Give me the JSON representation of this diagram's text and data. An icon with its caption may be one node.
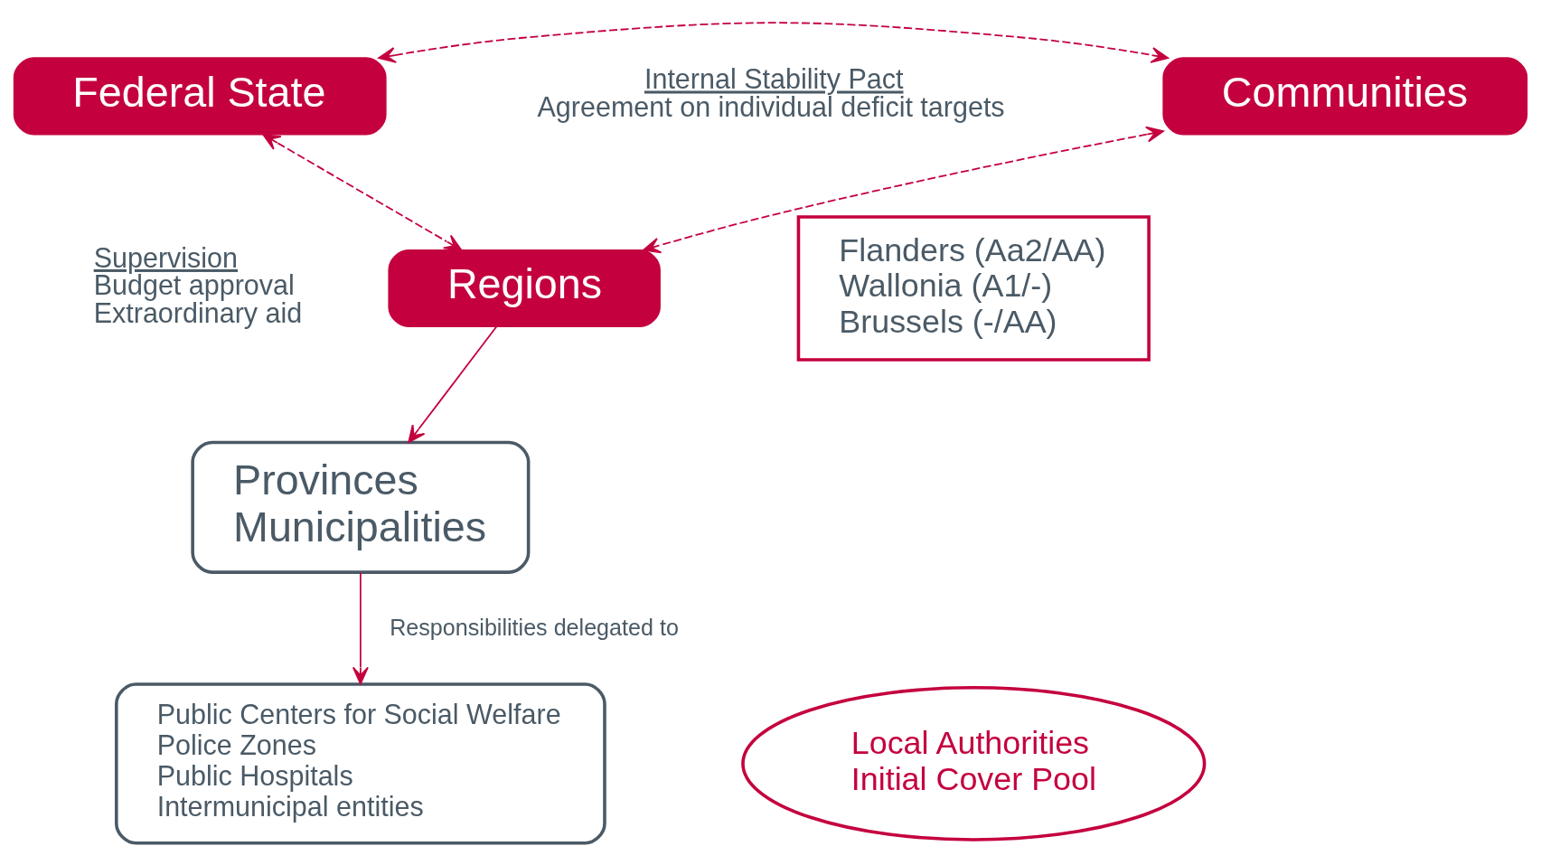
{
  "diagram": {
    "nodes": [
      {
        "text": [
          "Federal State"
        ]
      },
      {
        "text": [
          "Communities"
        ]
      },
      {
        "text": [
          "Regions"
        ]
      },
      {
        "text": [
          "Flanders (Aa2/AA)",
          "Wallonia (A1/-)",
          "Brussels (-/AA)"
        ]
      },
      {
        "text": [
          "Provinces",
          "Municipalities"
        ]
      },
      {
        "text": [
          "Public Centers for Social Welfare",
          "Police Zones",
          "Public Hospitals",
          "Intermunicipal entities"
        ]
      },
      {
        "text": [
          "Local Authorities",
          "Initial Cover Pool"
        ]
      }
    ],
    "edges": [
      {
        "from": 0,
        "to": 1,
        "arrow": "both",
        "style": "dashed"
      },
      {
        "from": 0,
        "to": 2,
        "arrow": "both",
        "style": "dashed"
      },
      {
        "from": 1,
        "to": 2,
        "arrow": "both",
        "style": "dashed"
      },
      {
        "from": 2,
        "to": 4,
        "arrow": "to"
      },
      {
        "from": 4,
        "to": 5,
        "arrow": "to",
        "label": "Responsibilities delegated to"
      }
    ],
    "labels": [
      "Internal Stability Pact",
      "Agreement on individual deficit targets",
      "Supervision",
      "Budget approval",
      "Extraordinary aid"
    ]
  }
}
